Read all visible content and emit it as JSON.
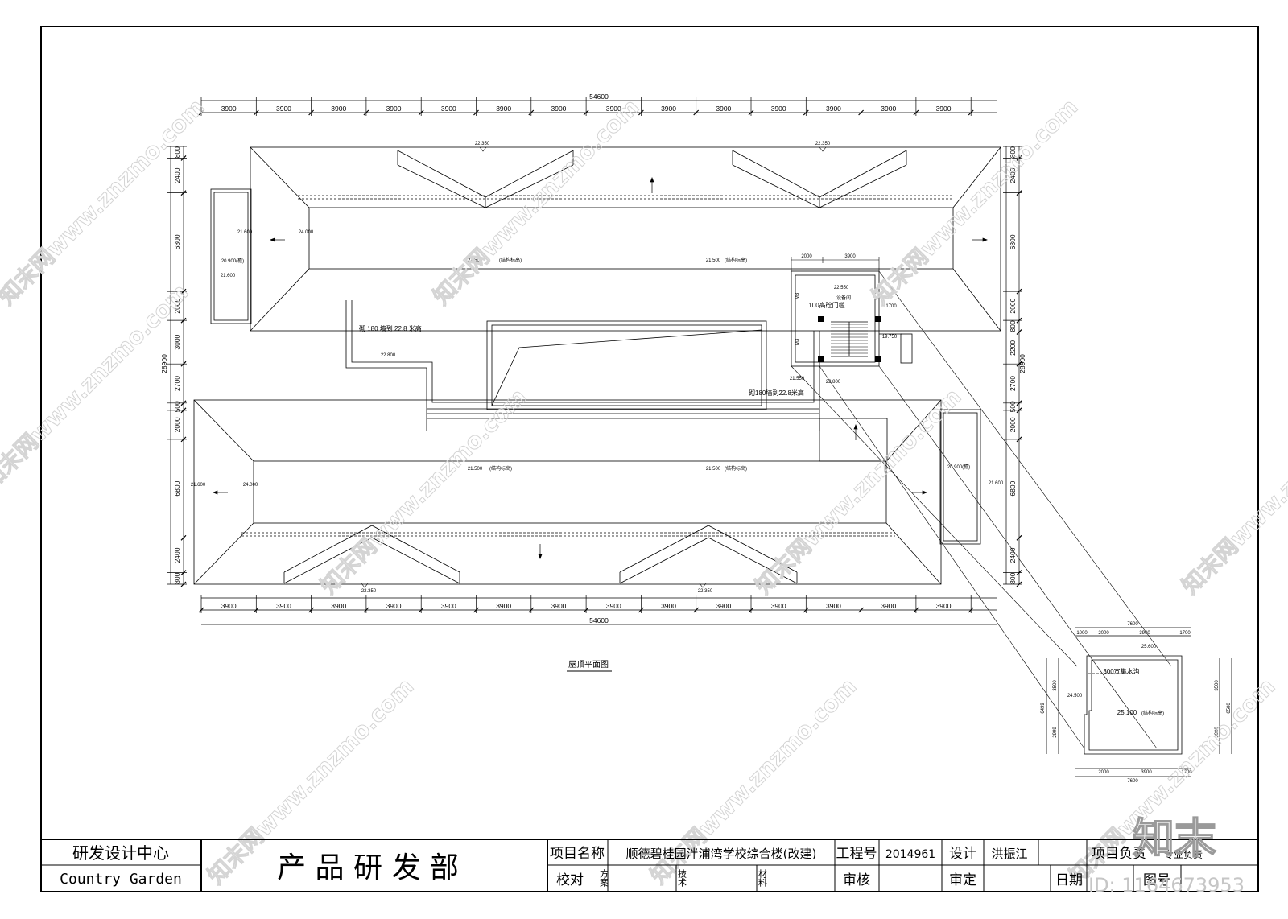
{
  "plan": {
    "overall_width": "54600",
    "overall_depth": "28900",
    "bay_spacing": "3900",
    "bays_top": [
      "3900",
      "3900",
      "3900",
      "3900",
      "3900",
      "3900",
      "3900",
      "3900",
      "3900",
      "3900",
      "3900",
      "3900",
      "3900",
      "3900"
    ],
    "bays_bottom": [
      "3900",
      "3900",
      "3900",
      "3900",
      "3900",
      "3900",
      "3900",
      "3900",
      "3900",
      "3900",
      "3900",
      "3900",
      "3900",
      "3900"
    ],
    "left_vertical_dims": [
      "800",
      "2400",
      "6800",
      "2000",
      "3000",
      "2700",
      "500",
      "2000",
      "6800",
      "2400",
      "800"
    ],
    "right_vertical_dims": [
      "800",
      "2400",
      "6800",
      "2000",
      "800",
      "2200",
      "2700",
      "500",
      "2000",
      "6800",
      "2400",
      "800"
    ],
    "title": "屋顶平面图"
  },
  "annotations": {
    "ridge_top_left": "22.350",
    "ridge_top_right": "22.350",
    "ridge_bottom_left": "22.350",
    "ridge_bottom_right": "22.350",
    "eave_left_top": "21.600",
    "eave_left_bottom": "21.600",
    "eave_right_bottom": "21.600",
    "ridge_inner_top": "24.000",
    "ridge_inner_bottom": "24.000",
    "struct_label": "21.500",
    "struct_note": "(结构标高)",
    "parapet_left": "20.900(檐)",
    "parapet_right": "20.900(檐)",
    "box_left": "21.600",
    "wall_note_1": "砌 180 墙到 22.8 米高",
    "wall_note_2": "砌180墙到22.8米高",
    "level_22800_a": "22.800",
    "level_22800_b": "22.800",
    "level_21550": "21.550",
    "stair_dim_a": "2000",
    "stair_dim_b": "3900",
    "stair_dim_c": "1700",
    "stair_level": "22.550",
    "stair_room": "设备间",
    "door_note": "100高砼门槛",
    "stair_level_2": "19.750",
    "door_m3": "M3"
  },
  "detail": {
    "top_dim_total": "7600",
    "top_dims": [
      "1000",
      "2000",
      "3900",
      "1700"
    ],
    "level_top": "25.600",
    "gutter": "300宽集水沟",
    "level_left": "24.500",
    "level_center": "25.100",
    "level_center_note": "(结构标高)",
    "left_dims": [
      "3500",
      "6499",
      "2999"
    ],
    "right_dims": [
      "3500",
      "6500",
      "3000"
    ],
    "bottom_dims": [
      "2000",
      "3900",
      "1700"
    ],
    "bottom_total": "7600"
  },
  "title_block": {
    "center_name": "研发设计中心",
    "center_name_en": "Country Garden",
    "department": "产 品 研 发 部",
    "project_label": "项目名称",
    "project_name": "顺德碧桂园泮浦湾学校综合楼(改建)",
    "job_no_label": "工程号",
    "job_no": "2014961",
    "design_label": "设计",
    "designer": "洪振江",
    "pm_label": "项目负责",
    "pm_extra": "专业负责",
    "check_label": "校对",
    "scheme_label": "方案",
    "tech_label": "技术",
    "material_label": "材料",
    "review_label": "审核",
    "approve_label": "审定",
    "date_label": "日期",
    "sheet_label": "图号"
  },
  "overlay": {
    "watermark_text": "知末网www.znzmo.com",
    "brand_mark": "知末",
    "image_id": "ID: 1164673953"
  }
}
